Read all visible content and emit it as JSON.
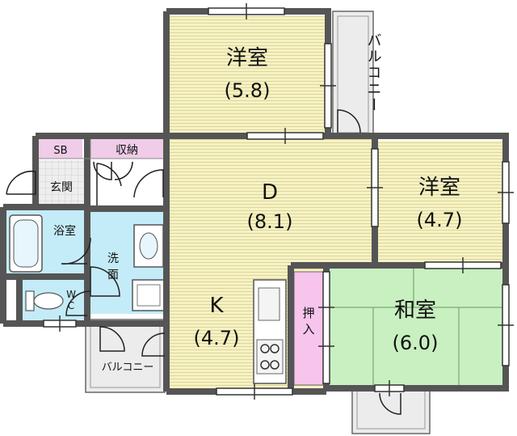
{
  "rooms": {
    "western_top": {
      "name": "洋室",
      "size": "(5.8)"
    },
    "dining": {
      "name": "D",
      "size": "(8.1)"
    },
    "western_right": {
      "name": "洋室",
      "size": "(4.7)"
    },
    "kitchen": {
      "name": "K",
      "size": "(4.7)"
    },
    "japanese": {
      "name": "和室",
      "size": "(6.0)"
    }
  },
  "labels": {
    "balcony_top": "バルコニー",
    "balcony_bottom": "バルコニー",
    "shoe_box": "SB",
    "storage": "収納",
    "entrance": "玄関",
    "bath": "浴室",
    "washroom_1": "洗",
    "washroom_2": "面",
    "wc_1": "W",
    "wc_2": "C",
    "closet_1": "押",
    "closet_2": "入"
  },
  "colors": {
    "western_floor": "#f6f2c4",
    "dining_floor": "#f6f2c4",
    "tatami": "#c8f0c0",
    "wet_area": "#c4ecf8",
    "closet": "#f6c4ec",
    "storage_strip": "#f0cce8",
    "balcony": "#ececec",
    "walls": "#555555"
  }
}
